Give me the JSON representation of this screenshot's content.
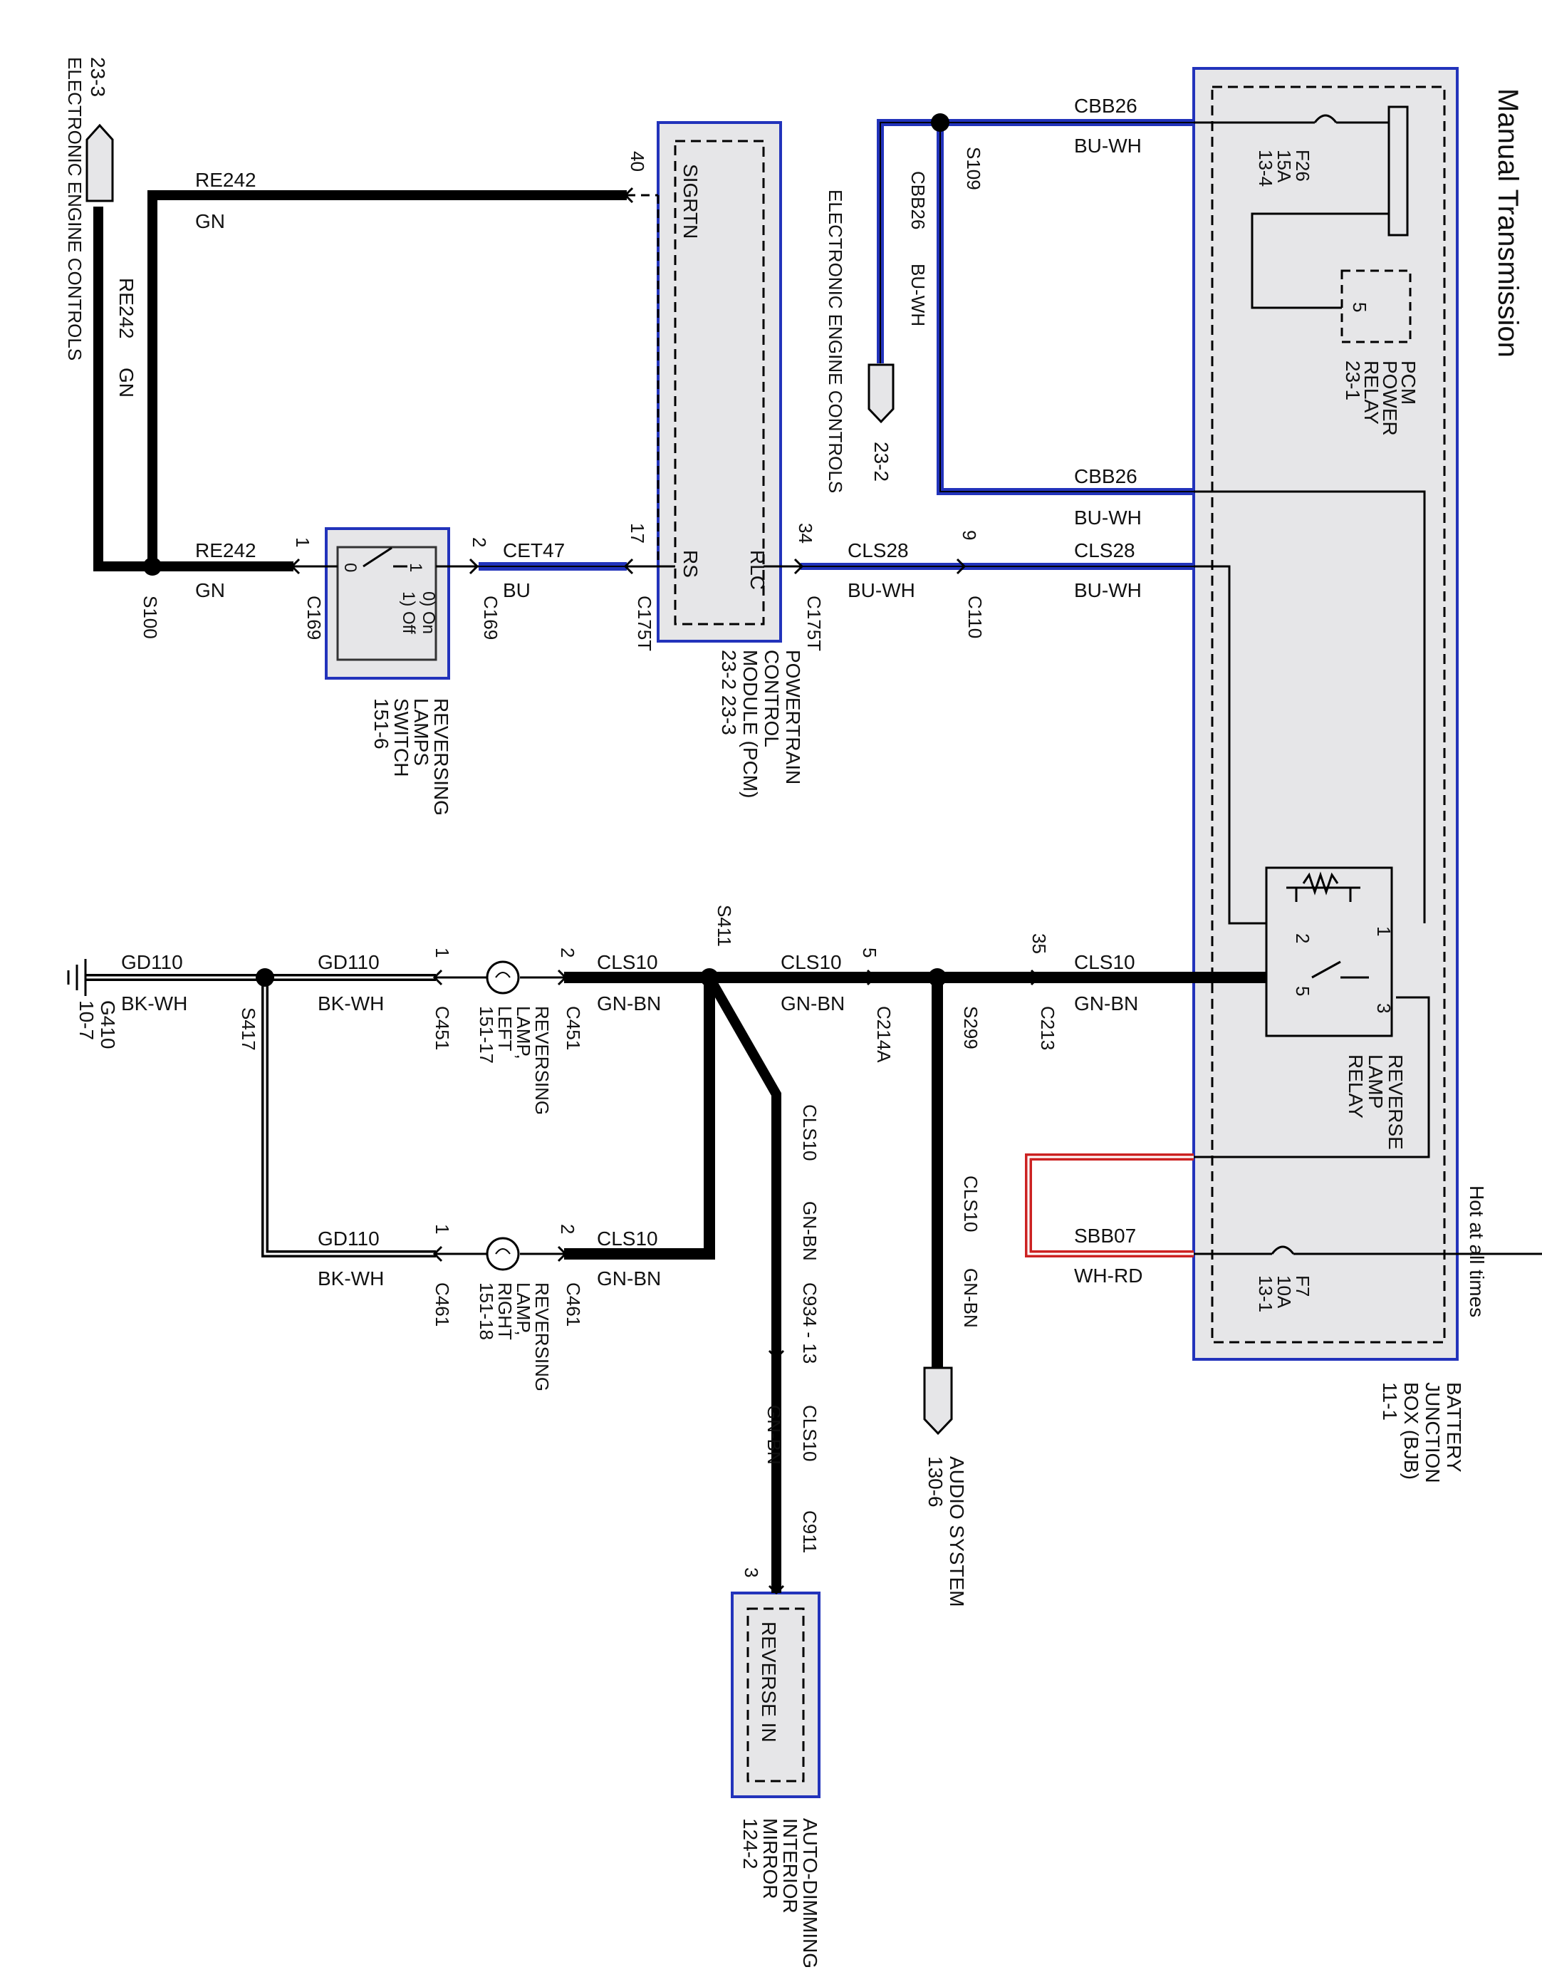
{
  "title": "Manual Transmission",
  "hot_label": "Hot at all times",
  "colors": {
    "blue_wire": "#2233bb",
    "red_wire": "#cc2222",
    "component_fill": "#e6e6e8",
    "wire": "#000000"
  },
  "refs": {
    "eec_top": "23-3",
    "eec_top_label": "ELECTRONIC ENGINE CONTROLS",
    "eec_mid": "23-2",
    "eec_mid_label": "ELECTRONIC ENGINE CONTROLS",
    "audio": "AUDIO SYSTEM",
    "audio_ref": "130-6",
    "ground": "G410",
    "ground_ref": "10-7"
  },
  "components": {
    "bjb": [
      "BATTERY",
      "JUNCTION",
      "BOX (BJB)",
      "11-1"
    ],
    "pcm": [
      "POWERTRAIN",
      "CONTROL",
      "MODULE (PCM)",
      "23-2   23-3"
    ],
    "pcm_pins": {
      "sigrtn": "SIGRTN",
      "rs": "RS",
      "rlc": "RLC"
    },
    "switch": [
      "REVERSING",
      "LAMPS",
      "SWITCH",
      "151-6"
    ],
    "switch_states": [
      "0) On",
      "1) Off"
    ],
    "switch_pos": [
      "0",
      "1"
    ],
    "pcm_relay": [
      "PCM",
      "POWER",
      "RELAY",
      "23-1"
    ],
    "pcm_relay_pin": "5",
    "reverse_relay": [
      "REVERSE",
      "LAMP",
      "RELAY"
    ],
    "reverse_relay_pins": [
      "1",
      "2",
      "5",
      "3"
    ],
    "lamp_left": [
      "REVERSING",
      "LAMP,",
      "LEFT",
      "151-17"
    ],
    "lamp_right": [
      "REVERSING",
      "LAMP,",
      "RIGHT",
      "151-18"
    ],
    "mirror": [
      "AUTO-DIMMING",
      "INTERIOR",
      "MIRROR",
      "124-2"
    ],
    "mirror_pin": "REVERSE  IN",
    "fuse_f26": [
      "F26",
      "15A",
      "13-4"
    ],
    "fuse_f7": [
      "F7",
      "10A",
      "13-1"
    ]
  },
  "wires": {
    "cbb26": "CBB26",
    "bu_wh": "BU-WH",
    "re242": "RE242",
    "gn": "GN",
    "cet47": "CET47",
    "bu": "BU",
    "cls28": "CLS28",
    "cls10": "CLS10",
    "gn_bn": "GN-BN",
    "gd110": "GD110",
    "bk_wh": "BK-WH",
    "sbb07": "SBB07",
    "wh_rd": "WH-RD"
  },
  "connectors": {
    "s109": "S109",
    "s100": "S100",
    "s411": "S411",
    "s299": "S299",
    "s417": "S417",
    "c169": "C169",
    "c175t": "C175T",
    "c110": "C110",
    "c213": "C213",
    "c214a": "C214A",
    "c451": "C451",
    "c461": "C461",
    "c934": "C934  - 13",
    "c911": "C911"
  },
  "pins": {
    "p40": "40",
    "p17": "17",
    "p34": "34",
    "p9": "9",
    "p1": "1",
    "p2": "2",
    "p35": "35",
    "p5": "5",
    "p3": "3"
  }
}
